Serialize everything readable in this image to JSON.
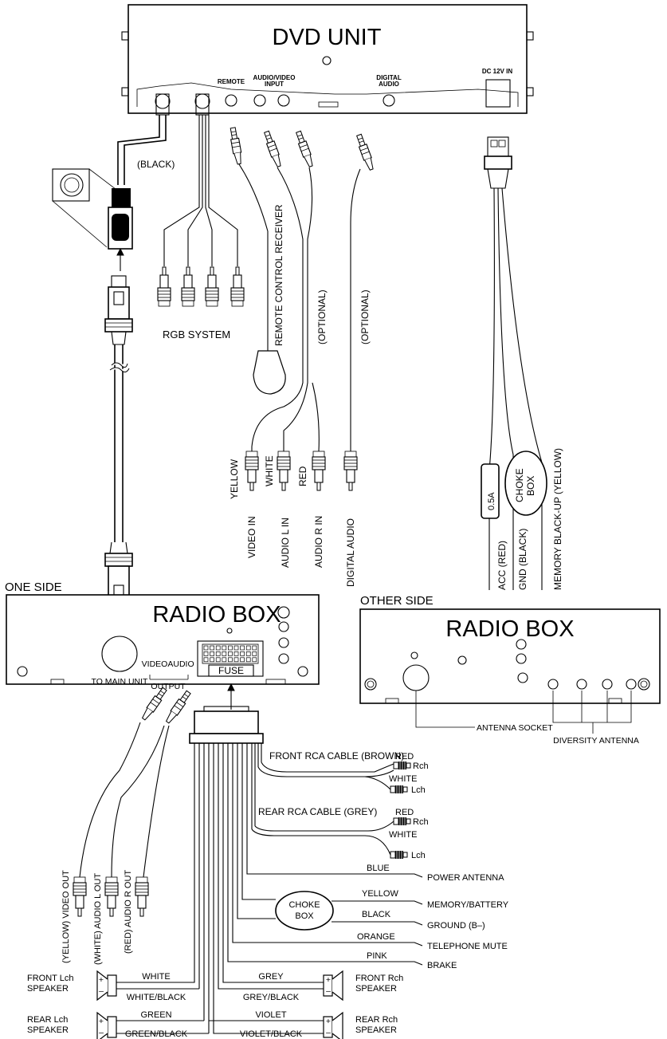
{
  "dvd_unit": {
    "title": "DVD UNIT",
    "port_remote": "REMOTE",
    "port_av_1": "AUDIO/VIDEO",
    "port_av_2": "INPUT",
    "port_digital_1": "DIGITAL",
    "port_digital_2": "AUDIO",
    "port_dc": "DC 12V IN"
  },
  "cables": {
    "black": "(BLACK)",
    "rgb_system": "RGB SYSTEM",
    "remote_receiver": "REMOTE CONTROL RECEIVER",
    "optional_1": "(OPTIONAL)",
    "optional_2": "(OPTIONAL)"
  },
  "av_plugs": {
    "yellow": "YELLOW",
    "white": "WHITE",
    "red": "RED",
    "video_in": "VIDEO IN",
    "audio_l_in": "AUDIO L IN",
    "audio_r_in": "AUDIO R IN",
    "digital_audio": "DIGITAL AUDIO"
  },
  "power_harness": {
    "fuse": "0.5A",
    "choke_1": "CHOKE",
    "choke_2": "BOX",
    "acc": "ACC (RED)",
    "gnd": "GND (BLACK)",
    "memory": "MEMORY BLACK-UP (YELLOW)"
  },
  "radio_one": {
    "side": "ONE SIDE",
    "title": "RADIO BOX",
    "to_main_unit": "TO MAIN UNIT",
    "video": "VIDEO",
    "audio": "AUDIO",
    "output": "OUTPUT",
    "fuse": "FUSE"
  },
  "radio_other": {
    "side": "OTHER SIDE",
    "title": "RADIO BOX",
    "antenna_socket": "ANTENNA SOCKET",
    "diversity_antenna": "DIVERSITY ANTENNA"
  },
  "outputs": {
    "video_out": "(YELLOW) VIDEO OUT",
    "audio_l_out": "(WHITE) AUDIO L OUT",
    "audio_r_out": "(RED) AUDIO R OUT"
  },
  "rca": {
    "front_cable": "FRONT RCA CABLE (BROWN)",
    "rear_cable": "REAR RCA CABLE (GREY)",
    "red": "RED",
    "white": "WHITE",
    "rch": "Rch",
    "lch": "Lch",
    "red2": "RED",
    "white2": "WHITE",
    "rch2": "Rch",
    "lch2": "Lch"
  },
  "harness": {
    "blue": "BLUE",
    "power_antenna": "POWER ANTENNA",
    "yellow": "YELLOW",
    "memory_battery": "MEMORY/BATTERY",
    "black": "BLACK",
    "ground": "GROUND (B–)",
    "orange": "ORANGE",
    "telephone_mute": "TELEPHONE MUTE",
    "pink": "PINK",
    "brake": "BRAKE",
    "choke_1": "CHOKE",
    "choke_2": "BOX"
  },
  "speakers": {
    "front_l_1": "FRONT Lch",
    "front_l_2": "SPEAKER",
    "rear_l_1": "REAR Lch",
    "rear_l_2": "SPEAKER",
    "front_r_1": "FRONT Rch",
    "front_r_2": "SPEAKER",
    "rear_r_1": "REAR Rch",
    "rear_r_2": "SPEAKER",
    "white": "WHITE",
    "white_black": "WHITE/BLACK",
    "green": "GREEN",
    "green_black": "GREEN/BLACK",
    "grey": "GREY",
    "grey_black": "GREY/BLACK",
    "violet": "VIOLET",
    "violet_black": "VIOLET/BLACK",
    "plus": "+",
    "minus": "–"
  }
}
